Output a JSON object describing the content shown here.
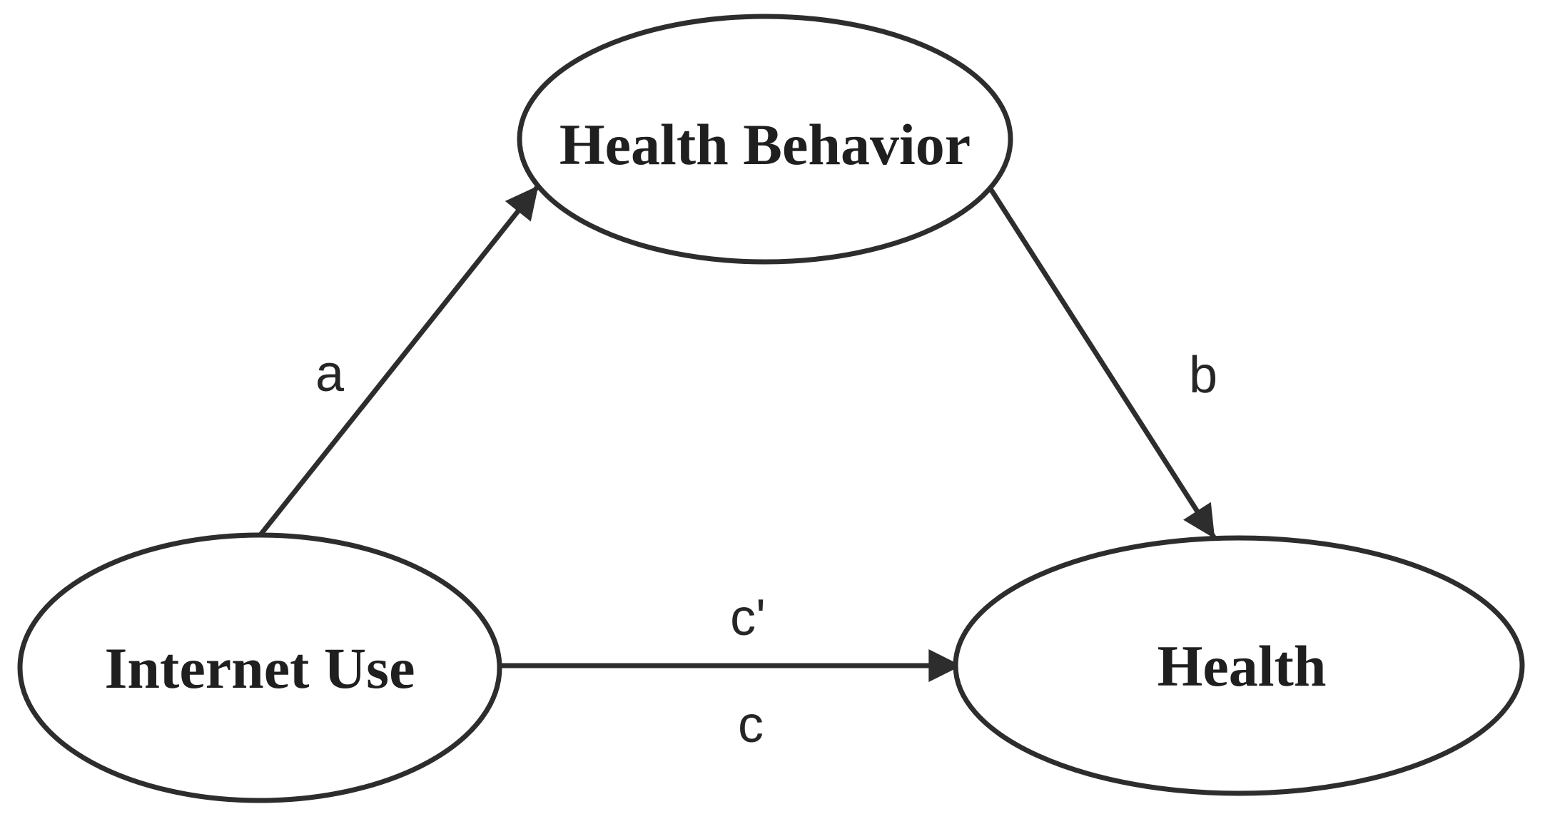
{
  "diagram": {
    "nodes": {
      "mediator": {
        "label": "Health Behavior"
      },
      "predictor": {
        "label": "Internet Use"
      },
      "outcome": {
        "label": "Health"
      }
    },
    "paths": {
      "a": {
        "label": "a"
      },
      "b": {
        "label": "b"
      },
      "c_prime": {
        "label": "c'"
      },
      "c": {
        "label": "c"
      }
    },
    "colors": {
      "stroke": "#2d2d2d",
      "text": "#1f1f1f",
      "background": "#ffffff"
    }
  }
}
